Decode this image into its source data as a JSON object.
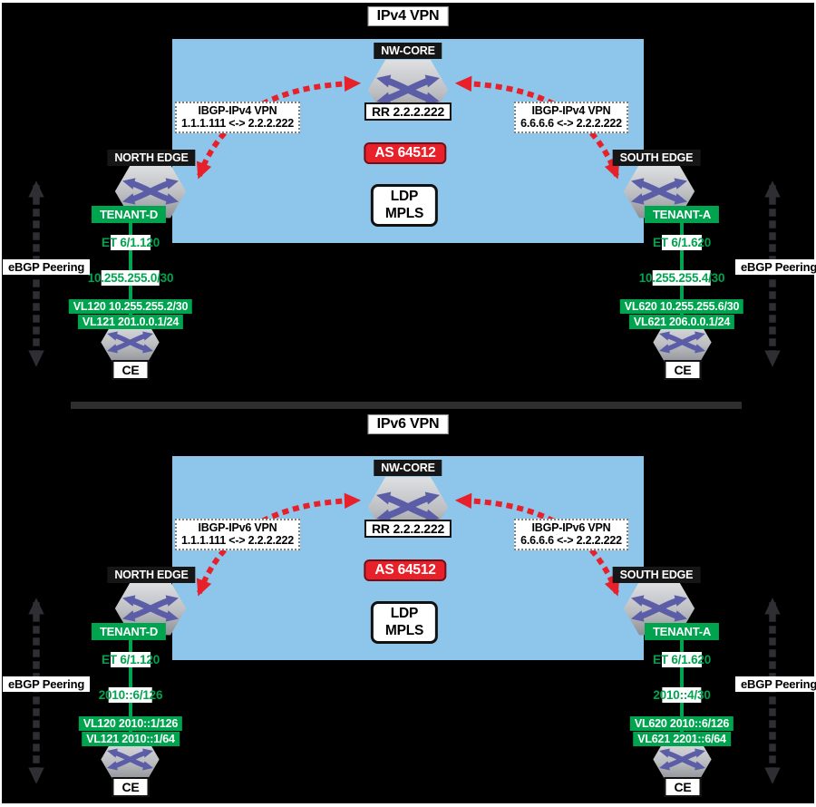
{
  "diagram_colors": {
    "background": "#000000",
    "core_panel_blue": "#8DC6EA",
    "tenant_green": "#00A44F",
    "bgp_red": "#E8202A",
    "router_arrow_purple": "#5B5EA6"
  },
  "sections": [
    {
      "title": "IPv4 VPN",
      "core": {
        "label": "NW-CORE",
        "rr": "RR 2.2.2.222"
      },
      "as_label": "AS 64512",
      "ldp": [
        "LDP",
        "MPLS"
      ],
      "ibgp_left": {
        "line1": "IBGP-IPv4 VPN",
        "line2": "1.1.1.111 <-> 2.2.2.222"
      },
      "ibgp_right": {
        "line1": "IBGP-IPv4 VPN",
        "line2": "6.6.6.6 <-> 2.2.2.222"
      },
      "left": {
        "edge": "NORTH EDGE",
        "tenant": "TENANT-D",
        "iface": "ET 6/1.120",
        "subnet": "10.255.255.0/30",
        "vlan1": "VL120 10.255.255.2/30",
        "vlan2": "VL121 201.0.0.1/24",
        "ce": "CE",
        "ebgp": "eBGP Peering"
      },
      "right": {
        "edge": "SOUTH EDGE",
        "tenant": "TENANT-A",
        "iface": "ET 6/1.620",
        "subnet": "10.255.255.4/30",
        "vlan1": "VL620 10.255.255.6/30",
        "vlan2": "VL621 206.0.0.1/24",
        "ce": "CE",
        "ebgp": "eBGP Peering"
      }
    },
    {
      "title": "IPv6 VPN",
      "core": {
        "label": "NW-CORE",
        "rr": "RR 2.2.2.222"
      },
      "as_label": "AS 64512",
      "ldp": [
        "LDP",
        "MPLS"
      ],
      "ibgp_left": {
        "line1": "IBGP-IPv6 VPN",
        "line2": "1.1.1.111 <-> 2.2.2.222"
      },
      "ibgp_right": {
        "line1": "IBGP-IPv6 VPN",
        "line2": "6.6.6.6 <-> 2.2.2.222"
      },
      "left": {
        "edge": "NORTH EDGE",
        "tenant": "TENANT-D",
        "iface": "ET 6/1.120",
        "subnet": "2010::6/126",
        "vlan1": "VL120 2010::1/126",
        "vlan2": "VL121 2010::1/64",
        "ce": "CE",
        "ebgp": "eBGP Peering"
      },
      "right": {
        "edge": "SOUTH EDGE",
        "tenant": "TENANT-A",
        "iface": "ET 6/1.620",
        "subnet": "2010::4/30",
        "vlan1": "VL620 2010::6/126",
        "vlan2": "VL621 2201::6/64",
        "ce": "CE",
        "ebgp": "eBGP Peering"
      }
    }
  ]
}
